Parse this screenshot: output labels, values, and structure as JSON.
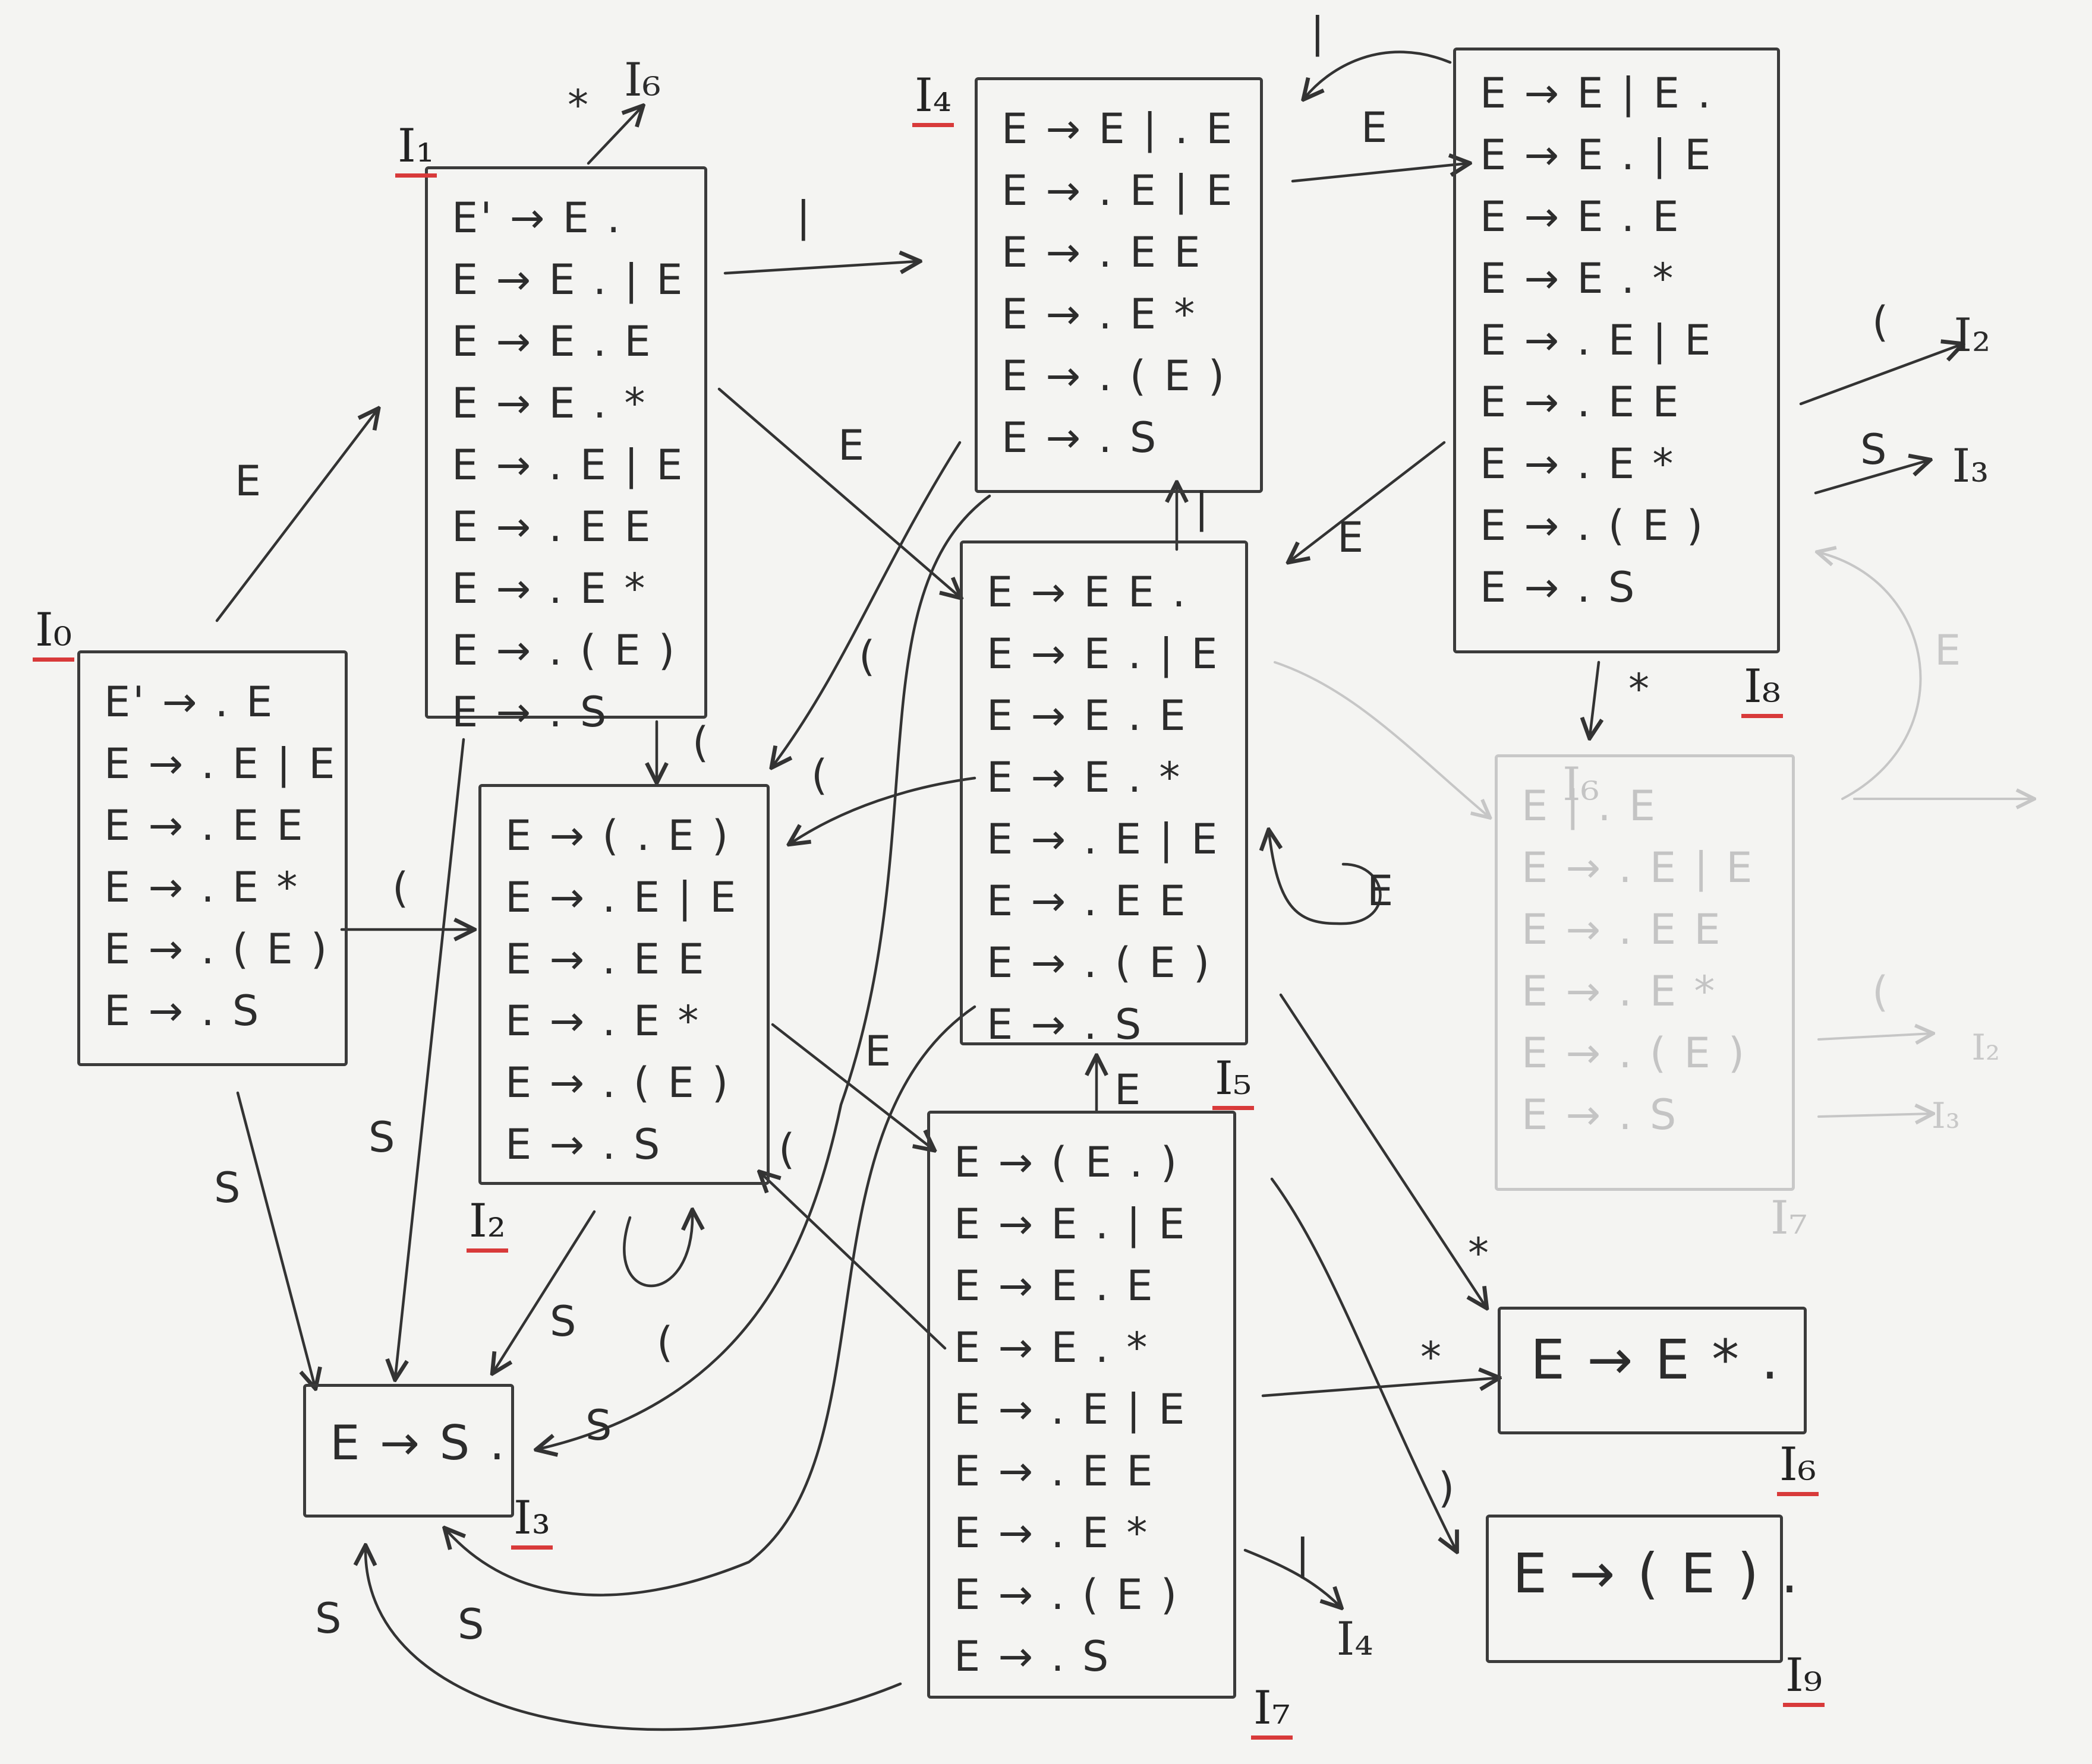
{
  "states": [
    {
      "id": "I0",
      "label": "I₀",
      "items": [
        "E' → . E",
        "E → . E | E",
        "E → . E E",
        "E → . E *",
        "E → . ( E )",
        "E → . S"
      ]
    },
    {
      "id": "I1",
      "label": "I₁",
      "items": [
        "E' → E .",
        "E → E . | E",
        "E → E . E",
        "E → E . *",
        "E → . E | E",
        "E → . E E",
        "E → . E *",
        "E → . ( E )",
        "E → . S"
      ]
    },
    {
      "id": "I2",
      "label": "I₂",
      "items": [
        "E → ( . E )",
        "E → . E | E",
        "E → . E E",
        "E → . E *",
        "E → . ( E )",
        "E → . S"
      ]
    },
    {
      "id": "I3",
      "label": "I₃",
      "items": [
        "E → S ."
      ]
    },
    {
      "id": "I4",
      "label": "I₄",
      "items": [
        "E → E | . E",
        "E → . E | E",
        "E → . E E",
        "E → . E *",
        "E → . ( E )",
        "E → . S"
      ]
    },
    {
      "id": "I5",
      "label": "I₅",
      "items": [
        "E → E E .",
        "E → E . | E",
        "E → E . E",
        "E → E . *",
        "E → . E | E",
        "E → . E E",
        "E → . ( E )",
        "E → . S"
      ]
    },
    {
      "id": "I6",
      "label": "I₆",
      "items": [
        "E → E * ."
      ]
    },
    {
      "id": "I7",
      "label": "I₇",
      "items": [
        "E → ( E . )",
        "E → E . | E",
        "E → E . E",
        "E → E . *",
        "E → . E | E",
        "E → . E E",
        "E → . E *",
        "E → . ( E )",
        "E → . S"
      ]
    },
    {
      "id": "I8",
      "label": "I₈",
      "items": [
        "E → E | E .",
        "E → E . | E",
        "E → E . E",
        "E → E . *",
        "E → . E | E",
        "E → . E E",
        "E → . E *",
        "E → . ( E )",
        "E → . S"
      ]
    },
    {
      "id": "I9",
      "label": "I₉",
      "items": [
        "E → ( E ) ."
      ]
    },
    {
      "id": "I6draft",
      "label": "I₆",
      "items": [
        "E | . E",
        "E → . E | E",
        "E → . E E",
        "E → . E *",
        "E → . ( E )",
        "E → . S"
      ]
    }
  ],
  "extra_labels": {
    "i7_faint": "I₇"
  },
  "edge_labels": [
    {
      "id": "e_i0_i1",
      "text": "E"
    },
    {
      "id": "e_i0_i2",
      "text": "("
    },
    {
      "id": "e_i0_i3",
      "text": "S"
    },
    {
      "id": "e_i1_i6",
      "text": "*",
      "target": "I₆"
    },
    {
      "id": "e_i1_i4",
      "text": "|"
    },
    {
      "id": "e_i1_i5",
      "text": "E"
    },
    {
      "id": "e_i1_i2",
      "text": "("
    },
    {
      "id": "e_i1_i3",
      "text": "S"
    },
    {
      "id": "e_i2_i3",
      "text": "S"
    },
    {
      "id": "e_i2_self",
      "text": "("
    },
    {
      "id": "e_i2_i7",
      "text": "E"
    },
    {
      "id": "e_i4_i2",
      "text": "("
    },
    {
      "id": "e_i4_i8",
      "text": "E"
    },
    {
      "id": "e_i4_i3",
      "text": "S"
    },
    {
      "id": "e_i5_i4",
      "text": "|"
    },
    {
      "id": "e_i5_i2",
      "text": "("
    },
    {
      "id": "e_i5_self",
      "text": "E"
    },
    {
      "id": "e_i5_i6",
      "text": "*"
    },
    {
      "id": "e_i7_i5",
      "text": "E"
    },
    {
      "id": "e_i7_i2",
      "text": "("
    },
    {
      "id": "e_i7_i6",
      "text": "*"
    },
    {
      "id": "e_i7_i9",
      "text": ")"
    },
    {
      "id": "e_i7_i4",
      "text": "|",
      "target": "I₄"
    },
    {
      "id": "e_i7_i3a",
      "text": "S"
    },
    {
      "id": "e_i7_i3b",
      "text": "S"
    },
    {
      "id": "e_i8_i4",
      "text": "|"
    },
    {
      "id": "e_i8_i5",
      "text": "E"
    },
    {
      "id": "e_i8_i2",
      "text": "(",
      "target": "I₂"
    },
    {
      "id": "e_i8_i3",
      "text": "S",
      "target": "I₃"
    },
    {
      "id": "e_i8_i6",
      "text": "*"
    },
    {
      "id": "e_draft_e",
      "text": "E"
    },
    {
      "id": "e_draft_paren",
      "text": "(",
      "target": "I₂"
    },
    {
      "id": "e_draft_s",
      "target": "I₃"
    }
  ]
}
